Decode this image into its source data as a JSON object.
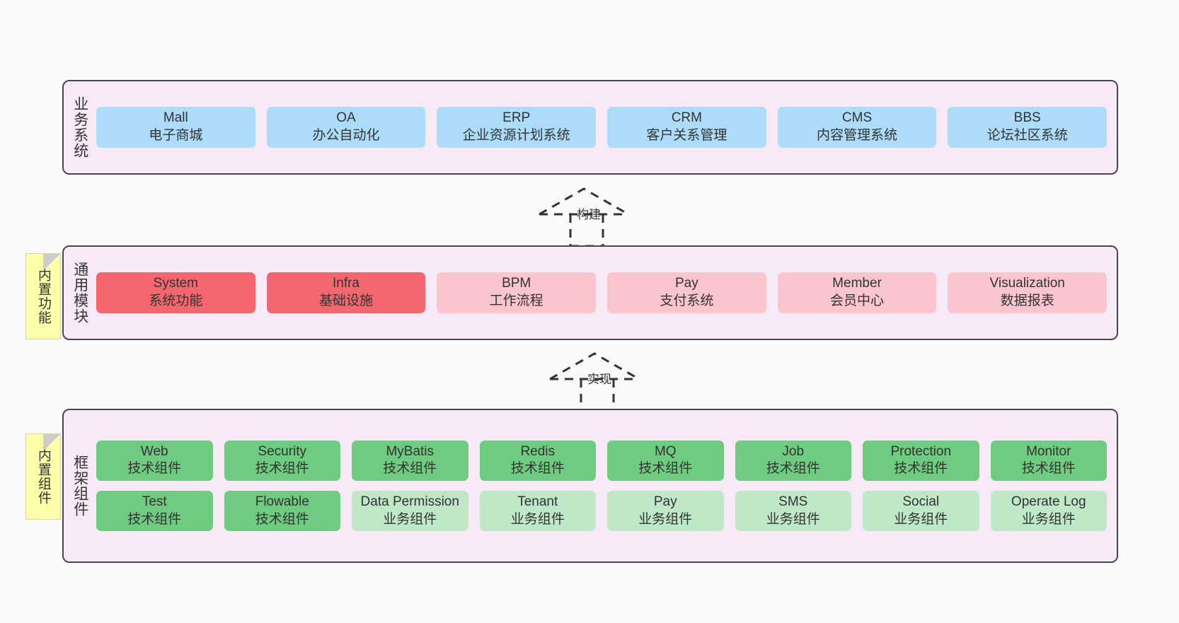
{
  "diagram": {
    "title": "ruoyi-vue-pro architecture layers",
    "background": "#fafafa",
    "panel_bg": "#f7e9f5",
    "panel_border": "#4b4453"
  },
  "layers": [
    {
      "key": "business",
      "title": "业务系统",
      "rows": [
        {
          "color": "#addcfa",
          "nodes": [
            {
              "title": "Mall",
              "sub": "电子商城"
            },
            {
              "title": "OA",
              "sub": "办公自动化"
            },
            {
              "title": "ERP",
              "sub": "企业资源计划系统"
            },
            {
              "title": "CRM",
              "sub": "客户关系管理"
            },
            {
              "title": "CMS",
              "sub": "内容管理系统"
            },
            {
              "title": "BBS",
              "sub": "论坛社区系统"
            }
          ]
        }
      ]
    },
    {
      "key": "common",
      "title": "通用模块",
      "note": "内置功能",
      "rows": [
        {
          "nodes": [
            {
              "title": "System",
              "sub": "系统功能",
              "color": "#f4676e"
            },
            {
              "title": "Infra",
              "sub": "基础设施",
              "color": "#f4676e"
            },
            {
              "title": "BPM",
              "sub": "工作流程",
              "color": "#fac5cd"
            },
            {
              "title": "Pay",
              "sub": "支付系统",
              "color": "#fac5cd"
            },
            {
              "title": "Member",
              "sub": "会员中心",
              "color": "#fac5cd"
            },
            {
              "title": "Visualization",
              "sub": "数据报表",
              "color": "#fac5cd"
            }
          ]
        }
      ]
    },
    {
      "key": "framework",
      "title": "框架组件",
      "note": "内置组件",
      "rows": [
        {
          "color": "#6ecb80",
          "nodes": [
            {
              "title": "Web",
              "sub": "技术组件"
            },
            {
              "title": "Security",
              "sub": "技术组件"
            },
            {
              "title": "MyBatis",
              "sub": "技术组件"
            },
            {
              "title": "Redis",
              "sub": "技术组件"
            },
            {
              "title": "MQ",
              "sub": "技术组件"
            },
            {
              "title": "Job",
              "sub": "技术组件"
            },
            {
              "title": "Protection",
              "sub": "技术组件"
            },
            {
              "title": "Monitor",
              "sub": "技术组件"
            }
          ]
        },
        {
          "nodes": [
            {
              "title": "Test",
              "sub": "技术组件",
              "color": "#6ecb80"
            },
            {
              "title": "Flowable",
              "sub": "技术组件",
              "color": "#6ecb80"
            },
            {
              "title": "Data Permission",
              "sub": "业务组件",
              "color": "#bfe8c6"
            },
            {
              "title": "Tenant",
              "sub": "业务组件",
              "color": "#bfe8c6"
            },
            {
              "title": "Pay",
              "sub": "业务组件",
              "color": "#bfe8c6"
            },
            {
              "title": "SMS",
              "sub": "业务组件",
              "color": "#bfe8c6"
            },
            {
              "title": "Social",
              "sub": "业务组件",
              "color": "#bfe8c6"
            },
            {
              "title": "Operate Log",
              "sub": "业务组件",
              "color": "#bfe8c6"
            }
          ]
        }
      ]
    }
  ],
  "connectors": [
    {
      "key": "build",
      "label": "构建"
    },
    {
      "key": "implement",
      "label": "实现"
    }
  ]
}
